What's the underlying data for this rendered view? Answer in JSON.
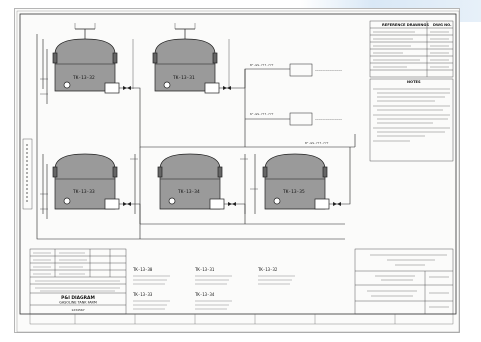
{
  "drawing": {
    "title_block": {
      "main_title": "P&I DIAGRAM",
      "sub_title": "GASOLINE TANK FARM",
      "drawing_no": "1234567"
    },
    "tank_tags": [
      "TK-13-32",
      "TK-13-31",
      "TK-13-33",
      "TK-13-34",
      "TK-13-35"
    ],
    "schedule_tags": [
      "TK-13-30",
      "TK-13-31",
      "TK-13-32",
      "TK-13-33",
      "TK-13-34"
    ],
    "reference_header": "REFERENCE DRAWINGS",
    "dwg_no_header": "DWG NO.",
    "notes_header": "NOTES"
  }
}
